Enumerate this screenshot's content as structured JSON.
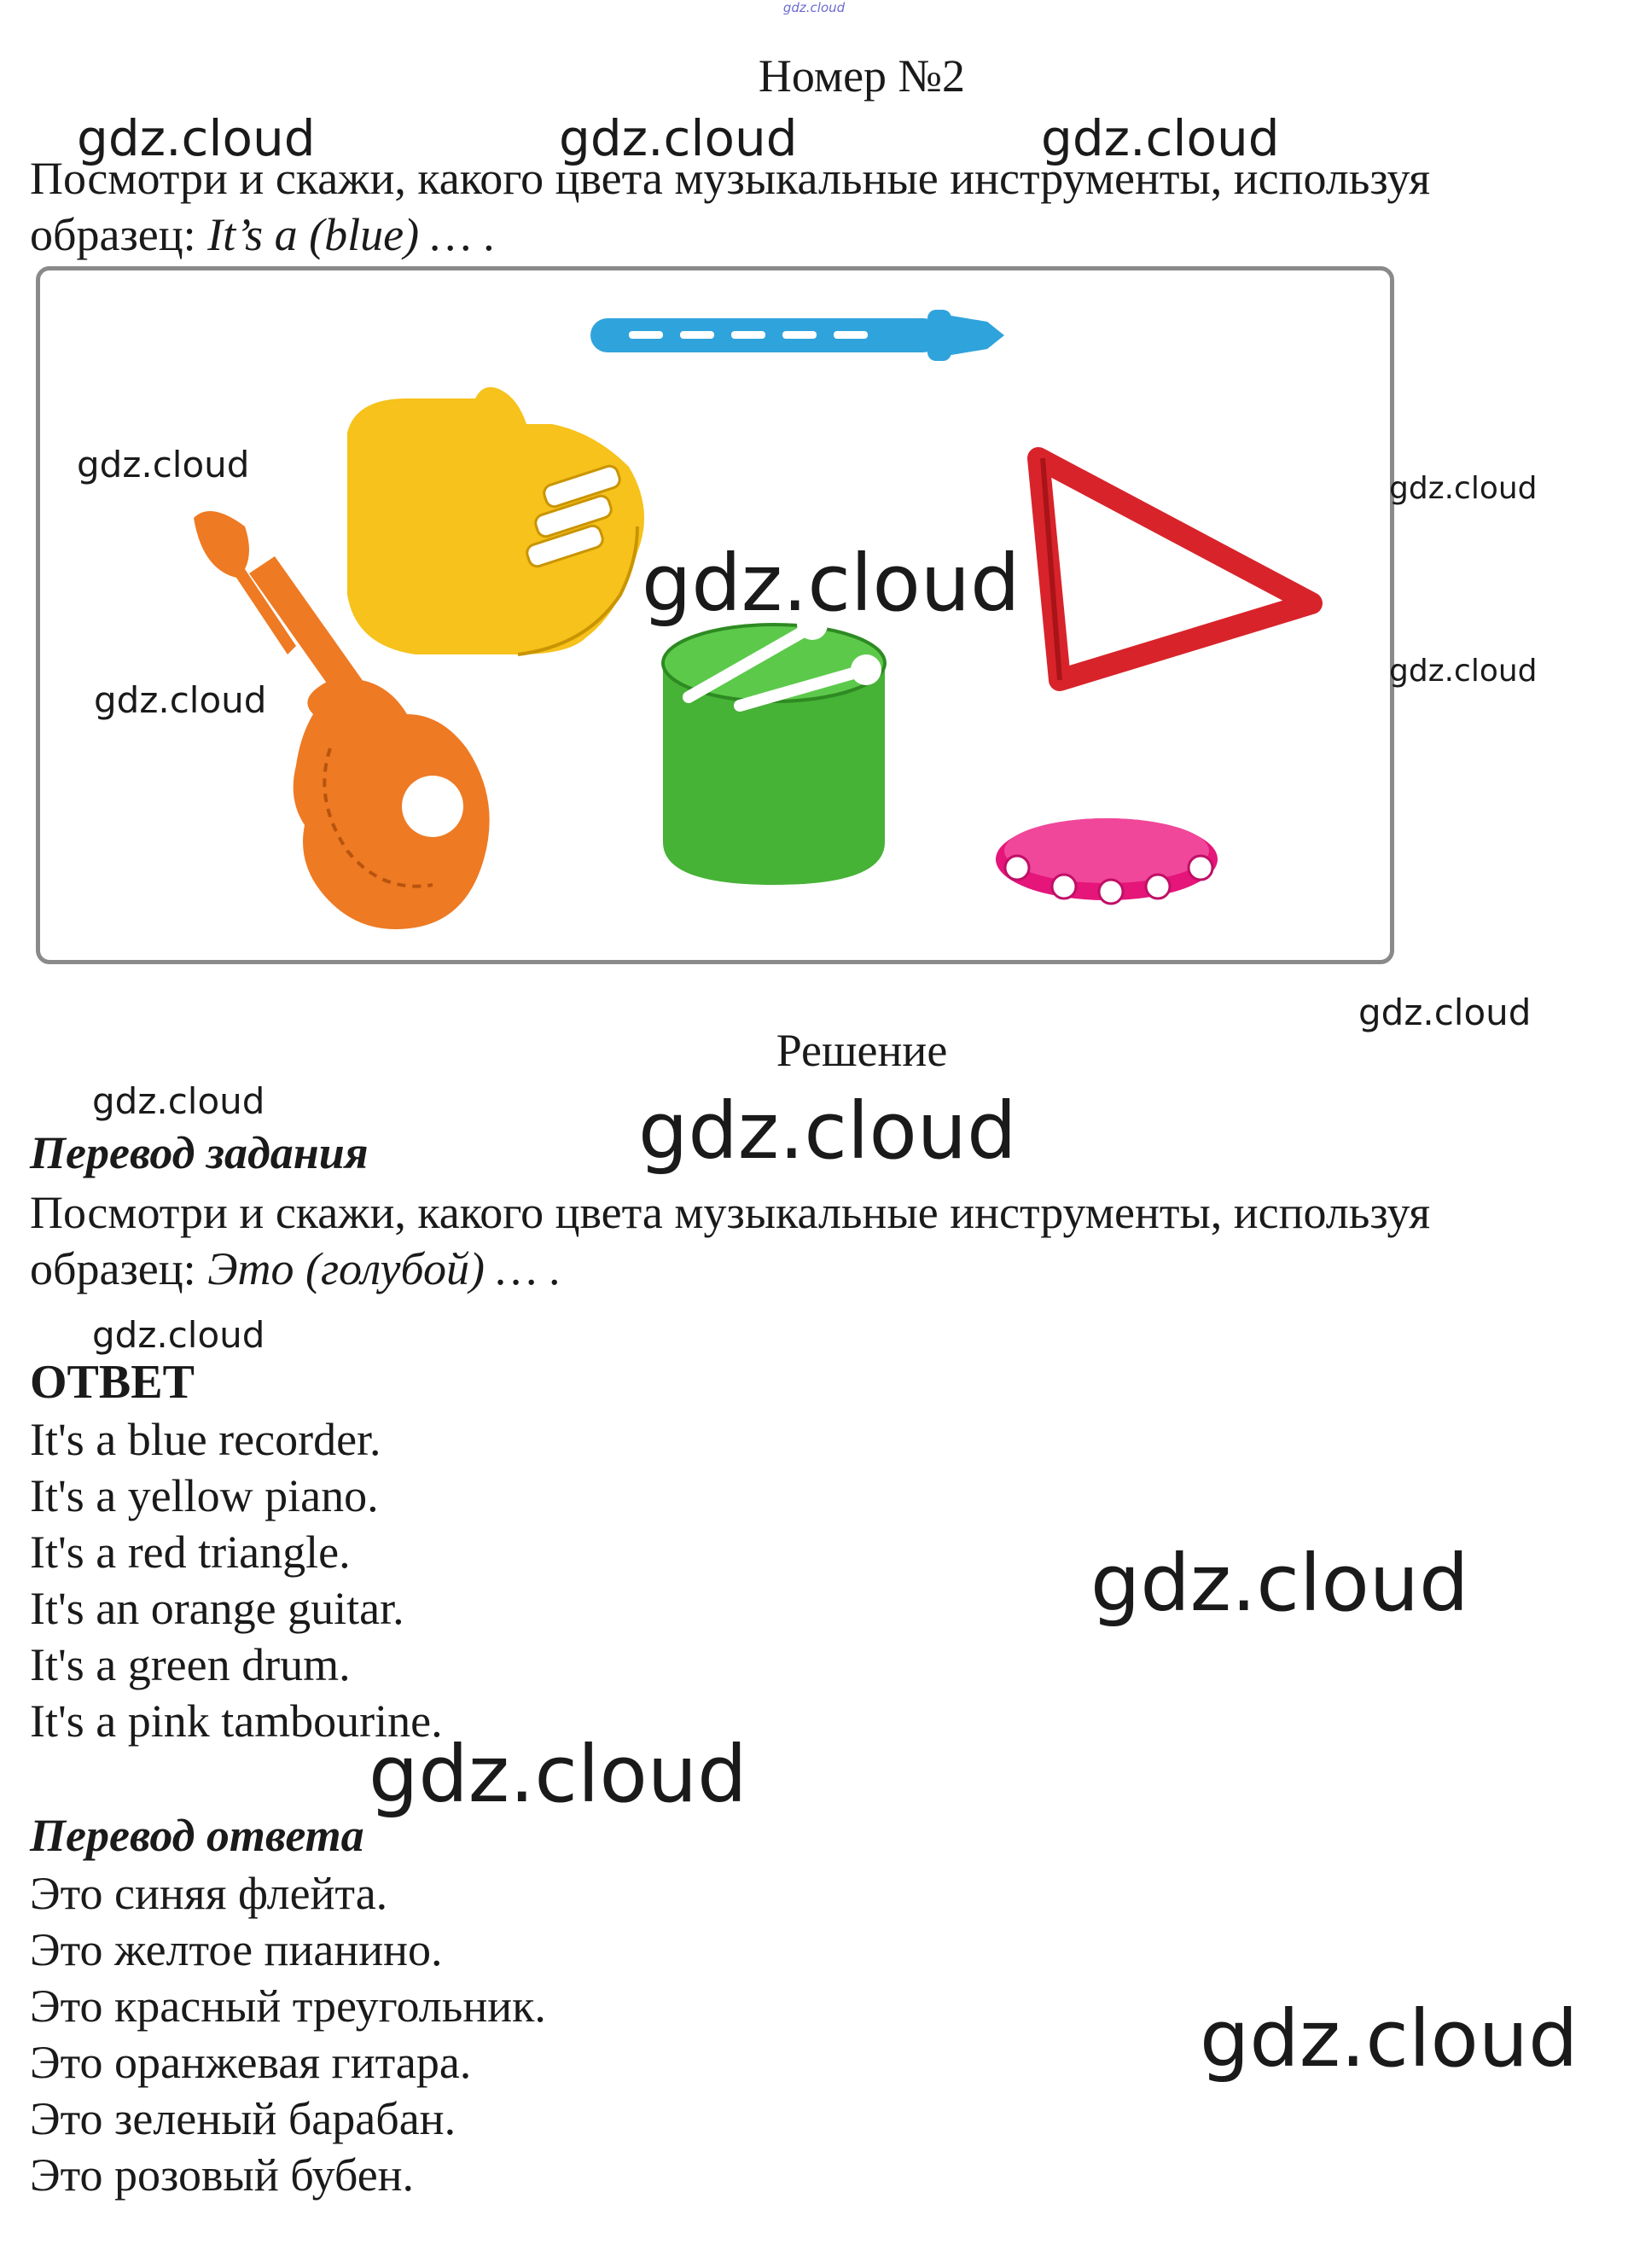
{
  "header": {
    "small_watermark": "gdz.cloud",
    "title": "Номер №2"
  },
  "task": {
    "line1": "Посмотри и скажи, какого цвета музыкальные инструменты, используя",
    "line2_prefix": "образец: ",
    "line2_example": "It’s a (blue) … ",
    "line2_suffix": "."
  },
  "figure": {
    "instruments": [
      "recorder-icon",
      "piano-icon",
      "triangle-icon",
      "guitar-icon",
      "drum-icon",
      "tambourine-icon"
    ],
    "colors": {
      "recorder": "#2fa3dc",
      "piano": "#f6c21b",
      "triangle": "#d8232a",
      "guitar": "#ee7a23",
      "drum": "#46b236",
      "tambourine": "#e5157a",
      "border": "#8a8a8a"
    }
  },
  "solution": {
    "title": "Решение",
    "task_translation_heading": "Перевод задания",
    "task_translation_line1": "Посмотри и скажи, какого цвета музыкальные инструменты, используя",
    "task_translation_line2_prefix": "образец: ",
    "task_translation_line2_example": "Это (голубой) … ",
    "task_translation_line2_suffix": ".",
    "answer_heading": "ОТВЕТ",
    "answers": [
      "It's a blue recorder.",
      "It's a yellow piano.",
      "It's a red triangle.",
      "It's an orange guitar.",
      "It's a green drum.",
      "It's a pink tambourine."
    ],
    "answer_translation_heading": "Перевод ответа",
    "answer_translations": [
      "Это синяя флейта.",
      "Это желтое пианино.",
      "Это красный треугольник.",
      "Это оранжевая гитара.",
      "Это зеленый барабан.",
      "Это розовый бубен."
    ]
  },
  "watermarks": {
    "text": "gdz.cloud"
  }
}
